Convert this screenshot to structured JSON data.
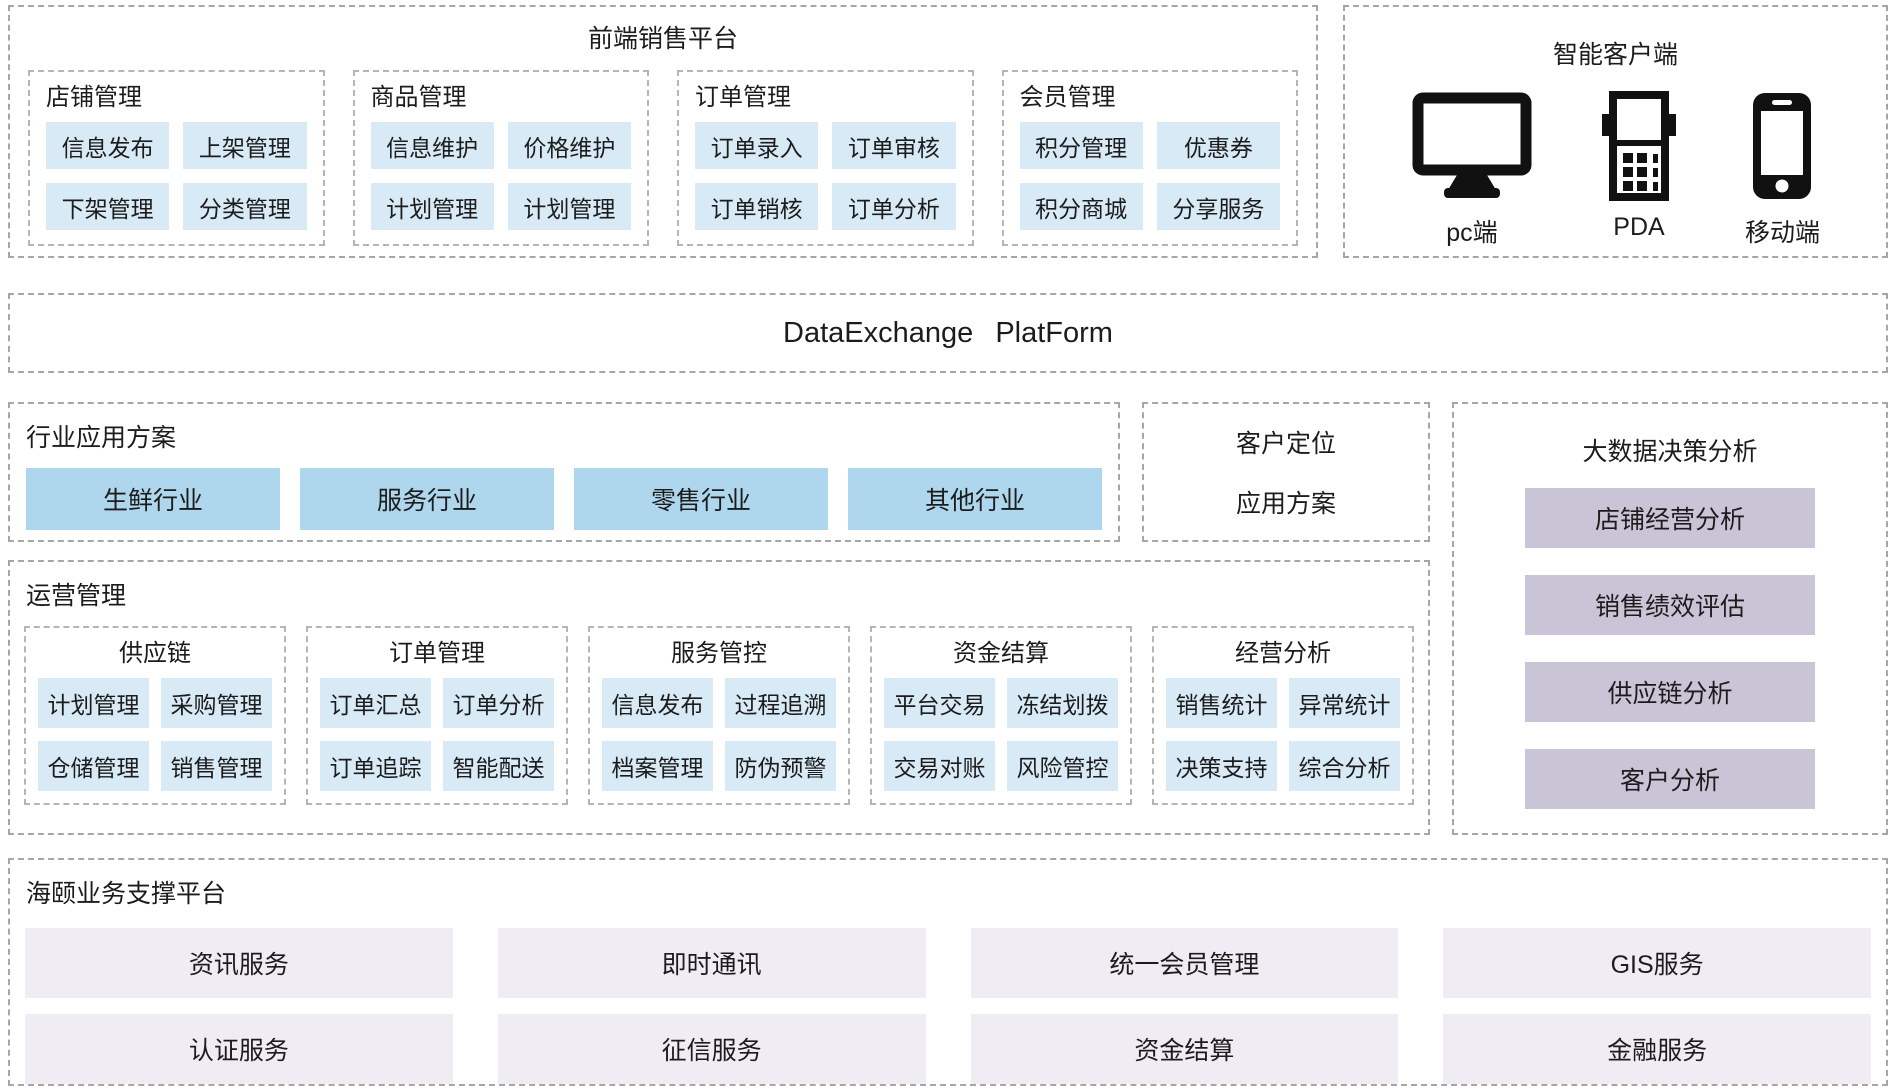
{
  "colors": {
    "tile_blue": "#d8eaf6",
    "industry_blue": "#aed7ee",
    "lavender": "#c9c5d7",
    "support_tile": "#efecf3",
    "border_gray": "#a6a6a6",
    "text": "#1c1c1c",
    "icon_black": "#111111"
  },
  "frontend_platform": {
    "title": "前端销售平台",
    "groups": [
      {
        "title": "店铺管理",
        "items": [
          "信息发布",
          "上架管理",
          "下架管理",
          "分类管理"
        ]
      },
      {
        "title": "商品管理",
        "items": [
          "信息维护",
          "价格维护",
          "计划管理",
          "计划管理"
        ]
      },
      {
        "title": "订单管理",
        "items": [
          "订单录入",
          "订单审核",
          "订单销核",
          "订单分析"
        ]
      },
      {
        "title": "会员管理",
        "items": [
          "积分管理",
          "优惠券",
          "积分商城",
          "分享服务"
        ]
      }
    ]
  },
  "smart_client": {
    "title": "智能客户端",
    "devices": [
      {
        "label": "pc端",
        "icon": "desktop-monitor-icon"
      },
      {
        "label": "PDA",
        "icon": "pda-device-icon"
      },
      {
        "label": "移动端",
        "icon": "smartphone-icon"
      }
    ]
  },
  "data_exchange": {
    "title": "DataExchange PlatForm"
  },
  "industry_solutions": {
    "title": "行业应用方案",
    "items": [
      "生鲜行业",
      "服务行业",
      "零售行业",
      "其他行业"
    ]
  },
  "customer_positioning": {
    "lines": [
      "客户定位",
      "应用方案"
    ]
  },
  "big_data": {
    "title": "大数据决策分析",
    "items": [
      "店铺经营分析",
      "销售绩效评估",
      "供应链分析",
      "客户分析"
    ]
  },
  "operations": {
    "title": "运营管理",
    "groups": [
      {
        "title": "供应链",
        "items": [
          "计划管理",
          "采购管理",
          "仓储管理",
          "销售管理"
        ]
      },
      {
        "title": "订单管理",
        "items": [
          "订单汇总",
          "订单分析",
          "订单追踪",
          "智能配送"
        ]
      },
      {
        "title": "服务管控",
        "items": [
          "信息发布",
          "过程追溯",
          "档案管理",
          "防伪预警"
        ]
      },
      {
        "title": "资金结算",
        "items": [
          "平台交易",
          "冻结划拨",
          "交易对账",
          "风险管控"
        ]
      },
      {
        "title": "经营分析",
        "items": [
          "销售统计",
          "异常统计",
          "决策支持",
          "综合分析"
        ]
      }
    ]
  },
  "support_platform": {
    "title": "海颐业务支撑平台",
    "items": [
      "资讯服务",
      "即时通讯",
      "统一会员管理",
      "GIS服务",
      "认证服务",
      "征信服务",
      "资金结算",
      "金融服务"
    ]
  }
}
